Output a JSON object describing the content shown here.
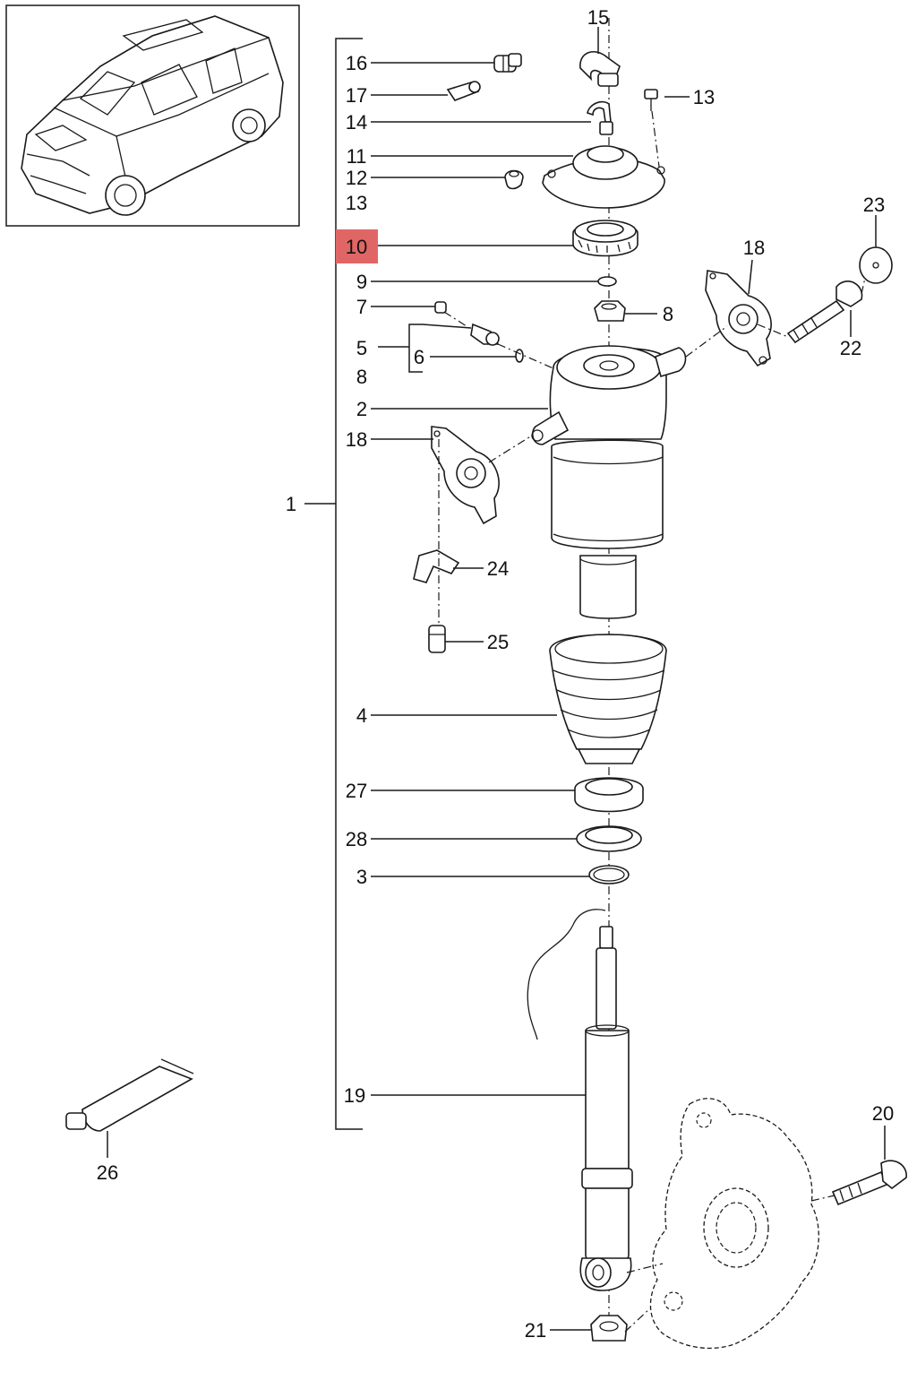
{
  "diagram": {
    "highlight_color": "#e06666",
    "labels": {
      "l1": "1",
      "l2": "2",
      "l3": "3",
      "l4": "4",
      "l5": "5",
      "l6": "6",
      "l7": "7",
      "l8a": "8",
      "l8b": "8",
      "l9": "9",
      "l10": "10",
      "l11": "11",
      "l12": "12",
      "l13a": "13",
      "l13b": "13",
      "l14": "14",
      "l15": "15",
      "l16": "16",
      "l17": "17",
      "l18a": "18",
      "l18b": "18",
      "l19": "19",
      "l20": "20",
      "l21": "21",
      "l22": "22",
      "l23": "23",
      "l24": "24",
      "l25": "25",
      "l26": "26",
      "l27": "27",
      "l28": "28"
    },
    "highlighted_part": "10",
    "thumbnail": "suv-vehicle-icon"
  }
}
